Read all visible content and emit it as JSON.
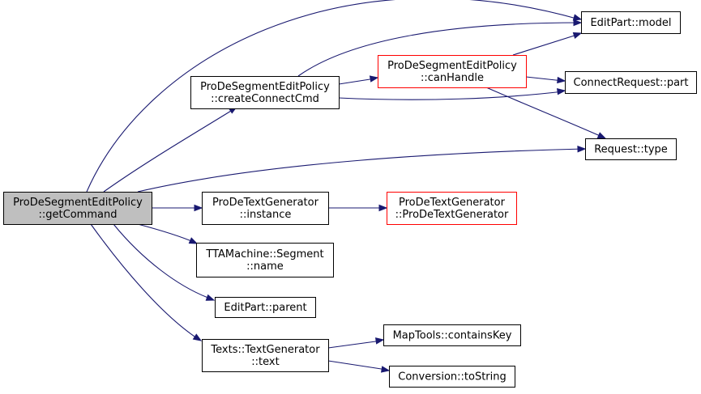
{
  "diagram": {
    "nodes": [
      {
        "id": "root",
        "lines": [
          "ProDeSegmentEditPolicy",
          "::getCommand"
        ],
        "style": "root"
      },
      {
        "id": "createConnectCmd",
        "lines": [
          "ProDeSegmentEditPolicy",
          "::createConnectCmd"
        ],
        "style": "normal"
      },
      {
        "id": "canHandle",
        "lines": [
          "ProDeSegmentEditPolicy",
          "::canHandle"
        ],
        "style": "red"
      },
      {
        "id": "model",
        "lines": [
          "EditPart::model"
        ],
        "style": "normal"
      },
      {
        "id": "part",
        "lines": [
          "ConnectRequest::part"
        ],
        "style": "normal"
      },
      {
        "id": "type",
        "lines": [
          "Request::type"
        ],
        "style": "normal"
      },
      {
        "id": "instance",
        "lines": [
          "ProDeTextGenerator",
          "::instance"
        ],
        "style": "normal"
      },
      {
        "id": "ctor",
        "lines": [
          "ProDeTextGenerator",
          "::ProDeTextGenerator"
        ],
        "style": "red"
      },
      {
        "id": "segname",
        "lines": [
          "TTAMachine::Segment",
          "::name"
        ],
        "style": "normal"
      },
      {
        "id": "parent",
        "lines": [
          "EditPart::parent"
        ],
        "style": "normal"
      },
      {
        "id": "text",
        "lines": [
          "Texts::TextGenerator",
          "::text"
        ],
        "style": "normal"
      },
      {
        "id": "containsKey",
        "lines": [
          "MapTools::containsKey"
        ],
        "style": "normal"
      },
      {
        "id": "toString",
        "lines": [
          "Conversion::toString"
        ],
        "style": "normal"
      }
    ],
    "edges": [
      {
        "from": "root",
        "to": "model"
      },
      {
        "from": "root",
        "to": "createConnectCmd"
      },
      {
        "from": "root",
        "to": "type"
      },
      {
        "from": "root",
        "to": "instance"
      },
      {
        "from": "root",
        "to": "segname"
      },
      {
        "from": "root",
        "to": "parent"
      },
      {
        "from": "root",
        "to": "text"
      },
      {
        "from": "createConnectCmd",
        "to": "canHandle"
      },
      {
        "from": "createConnectCmd",
        "to": "model"
      },
      {
        "from": "createConnectCmd",
        "to": "part"
      },
      {
        "from": "canHandle",
        "to": "model"
      },
      {
        "from": "canHandle",
        "to": "part"
      },
      {
        "from": "canHandle",
        "to": "type"
      },
      {
        "from": "instance",
        "to": "ctor"
      },
      {
        "from": "text",
        "to": "containsKey"
      },
      {
        "from": "text",
        "to": "toString"
      }
    ],
    "colors": {
      "edge": "#191970",
      "node_border": "#000000",
      "red_border": "#ff0000",
      "root_fill": "#bfbfbf",
      "node_fill": "#ffffff"
    }
  }
}
